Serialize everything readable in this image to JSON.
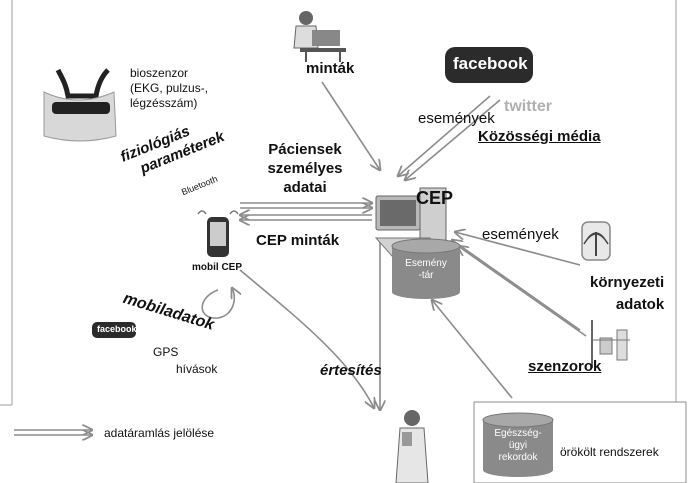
{
  "bioszenzor": {
    "line1": "bioszenzor",
    "line2": "(EKG, pulzus-,",
    "line3": "légzésszám)"
  },
  "fiziologias": {
    "line1": "fiziológiás",
    "line2": "paraméterek",
    "bluetooth": "Bluetooth"
  },
  "mintak": "minták",
  "facebook_logo": "facebook",
  "twitter_logo": "twitter",
  "esemenyek_top": "események",
  "kozossegi_media": "Közösségi média",
  "paciensek": {
    "line1": "Páciensek",
    "line2": "személyes",
    "line3": "adatai"
  },
  "cep": "CEP",
  "cep_mintak": "CEP minták",
  "mobil_cep": "mobil CEP",
  "esemenytar": {
    "line1": "Esemény",
    "line2": "-tár"
  },
  "esemenyek_right": "események",
  "kornyezeti": {
    "line1": "környezeti",
    "line2": "adatok"
  },
  "mobiladatok": "mobiladatok",
  "facebook_small": "facebook",
  "gps": "GPS",
  "hivasok": "hívások",
  "ertesites": "értesítés",
  "szenzorok": "szenzorok",
  "legend_label": "adatáramlás jelölése",
  "egeszsegugyi": {
    "line1": "Egészség-",
    "line2": "ügyi",
    "line3": "rekordok"
  },
  "orokolt": "örökölt rendszerek",
  "colors": {
    "arrow": "#8c8c8c",
    "cylinder": "#8a8a8a",
    "facebook_bg": "#2b2b2b"
  }
}
